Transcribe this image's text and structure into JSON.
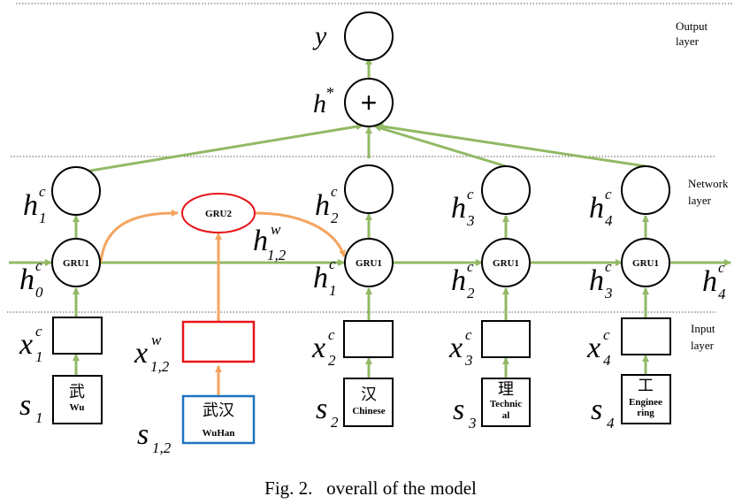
{
  "figure": {
    "caption": "Fig. 2.   overall of the model",
    "layers": {
      "output": [
        "Output",
        "layer"
      ],
      "network": [
        "Network",
        "layer"
      ],
      "input": [
        "Input",
        "layer"
      ]
    },
    "output_nodes": {
      "y_label": "y",
      "hstar_label": "h",
      "hstar_sup": "*",
      "plus_symbol": "+"
    },
    "gru1_label": "GRU1",
    "gru2_label": "GRU2",
    "hidden_state_labels": [
      {
        "base": "h",
        "sup": "c",
        "sub": "1"
      },
      {
        "base": "h",
        "sup": "c",
        "sub": "2"
      },
      {
        "base": "h",
        "sup": "c",
        "sub": "3"
      },
      {
        "base": "h",
        "sup": "c",
        "sub": "4"
      }
    ],
    "recurrent_labels": [
      {
        "base": "h",
        "sup": "c",
        "sub": "0"
      },
      {
        "base": "h",
        "sup": "c",
        "sub": "1"
      },
      {
        "base": "h",
        "sup": "c",
        "sub": "2"
      },
      {
        "base": "h",
        "sup": "c",
        "sub": "3"
      },
      {
        "base": "h",
        "sup": "c",
        "sub": "4"
      }
    ],
    "word_hidden_label": {
      "base": "h",
      "sup": "w",
      "sub": "1,2"
    },
    "input_vectors": [
      {
        "base": "x",
        "sup": "c",
        "sub": "1"
      },
      {
        "base": "x",
        "sup": "w",
        "sub": "1,2"
      },
      {
        "base": "x",
        "sup": "c",
        "sub": "2"
      },
      {
        "base": "x",
        "sup": "c",
        "sub": "3"
      },
      {
        "base": "x",
        "sup": "c",
        "sub": "4"
      }
    ],
    "symbols": [
      {
        "base": "s",
        "sub": "1",
        "char": "武",
        "english": [
          "Wu"
        ]
      },
      {
        "base": "s",
        "sub": "1,2",
        "char": "武汉",
        "english": [
          "WuHan"
        ]
      },
      {
        "base": "s",
        "sub": "2",
        "char": "汉",
        "english": [
          "Chinese"
        ]
      },
      {
        "base": "s",
        "sub": "3",
        "char": "理",
        "english": [
          "Technic",
          "al"
        ]
      },
      {
        "base": "s",
        "sub": "4",
        "char": "工",
        "english": [
          "Enginee",
          "ring"
        ]
      }
    ],
    "colors": {
      "char_path": "#92b965",
      "word_path": "#f4a460",
      "word_node": "#e8141b",
      "word_symbol_box": "#1f73c1"
    }
  }
}
